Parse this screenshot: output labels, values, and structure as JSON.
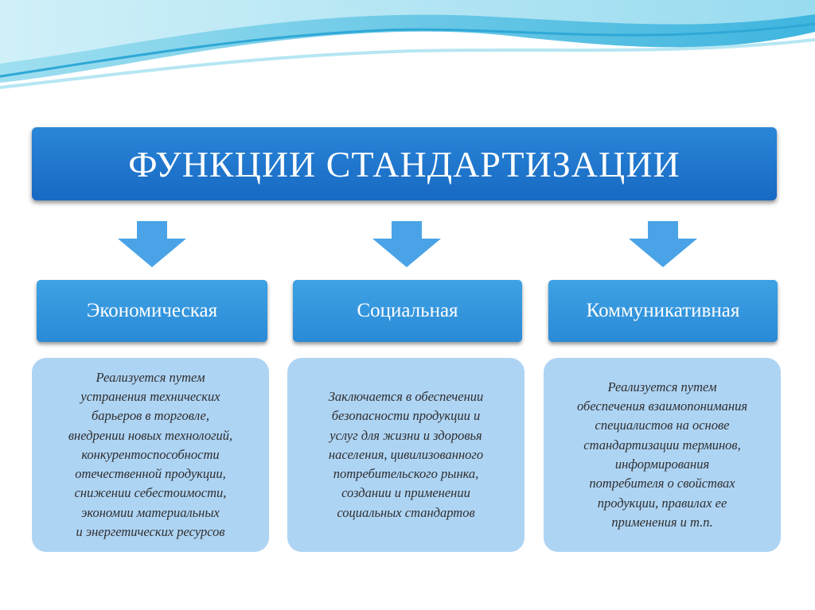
{
  "title": "ФУНКЦИИ СТАНДАРТИЗАЦИИ",
  "columns": [
    {
      "label": "Экономическая",
      "description": "Реализуется путем\nустранения технических\nбарьеров в торговле,\nвнедрении новых технологий,\nконкурентоспособности\nотечественной продукции,\nснижении себестоимости,\nэкономии материальных\nи энергетических ресурсов"
    },
    {
      "label": "Социальная",
      "description": "Заключается в обеспечении\nбезопасности продукции и\nуслуг для жизни и здоровья\nнаселения, цивилизованного\nпотребительского рынка,\nсоздании и применении\nсоциальных стандартов"
    },
    {
      "label": "Коммуникативная",
      "description": "Реализуется путем\nобеспечения взаимопонимания\nспециалистов на основе\nстандартизации терминов,\nинформирования\nпотребителя о свойствах\nпродукции, правилах ее\nприменения и т.п."
    }
  ],
  "colors": {
    "title_box": "#1a6fc6",
    "category_box": "#3298dd",
    "description_box": "#aed4f4",
    "arrow": "#4aa3e6",
    "wave": "#7fd0e8"
  }
}
